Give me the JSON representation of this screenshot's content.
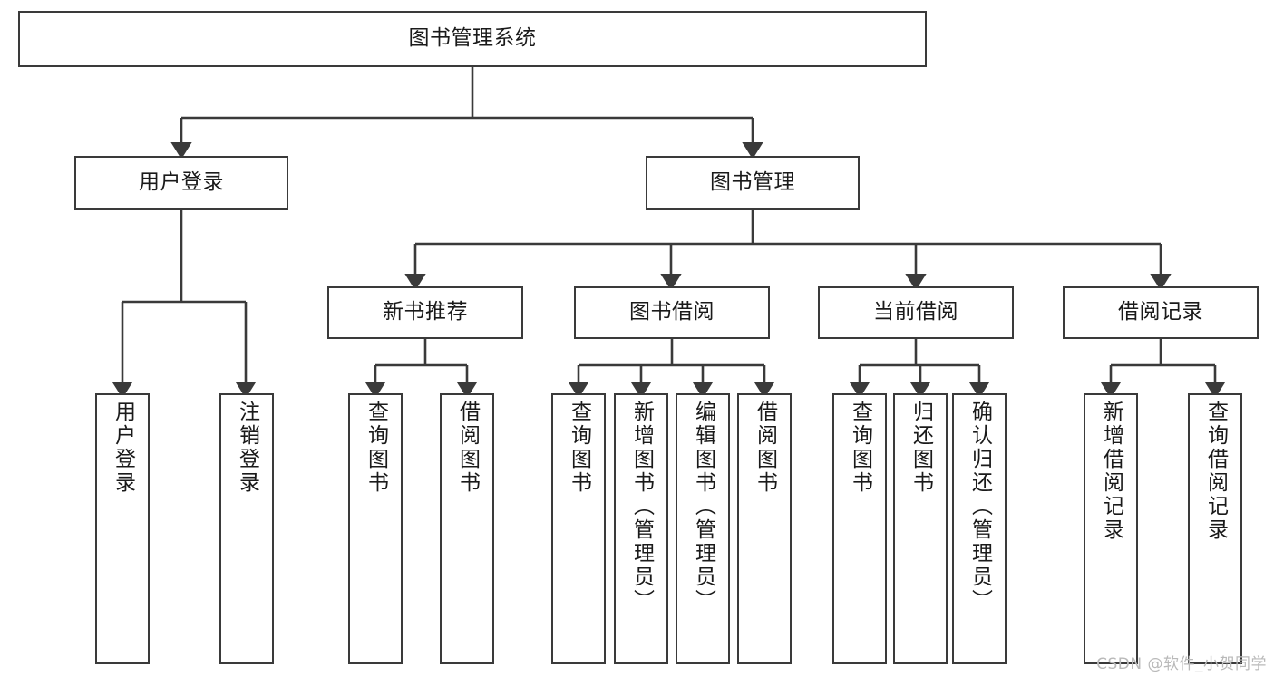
{
  "diagram": {
    "title": "图书管理系统",
    "type": "tree-hierarchy",
    "watermark": "CSDN @软件_小贺同学",
    "colors": {
      "stroke": "#3a3a3a",
      "fill": "#ffffff",
      "text": "#1a1a1a",
      "watermark": "#b9b9b9"
    },
    "root": {
      "label": "图书管理系统"
    },
    "level2": [
      {
        "id": "user-login",
        "label": "用户登录"
      },
      {
        "id": "book-manage",
        "label": "图书管理"
      }
    ],
    "level3": [
      {
        "id": "new-book-recommend",
        "label": "新书推荐",
        "parent": "book-manage"
      },
      {
        "id": "book-borrow",
        "label": "图书借阅",
        "parent": "book-manage"
      },
      {
        "id": "current-borrow",
        "label": "当前借阅",
        "parent": "book-manage"
      },
      {
        "id": "borrow-record",
        "label": "借阅记录",
        "parent": "book-manage"
      }
    ],
    "leaves": [
      {
        "id": "leaf-user-login",
        "label": "用户登录",
        "parent": "user-login"
      },
      {
        "id": "leaf-logout-login",
        "label": "注销登录",
        "parent": "user-login"
      },
      {
        "id": "leaf-query-book-1",
        "label": "查询图书",
        "parent": "new-book-recommend"
      },
      {
        "id": "leaf-borrow-book-1",
        "label": "借阅图书",
        "parent": "new-book-recommend"
      },
      {
        "id": "leaf-query-book-2",
        "label": "查询图书",
        "parent": "book-borrow"
      },
      {
        "id": "leaf-add-book",
        "label": "新增图书（管理员）",
        "parent": "book-borrow"
      },
      {
        "id": "leaf-edit-book",
        "label": "编辑图书（管理员）",
        "parent": "book-borrow"
      },
      {
        "id": "leaf-borrow-book-2",
        "label": "借阅图书",
        "parent": "book-borrow"
      },
      {
        "id": "leaf-query-book-3",
        "label": "查询图书",
        "parent": "current-borrow"
      },
      {
        "id": "leaf-return-book",
        "label": "归还图书",
        "parent": "current-borrow"
      },
      {
        "id": "leaf-confirm-return",
        "label": "确认归还（管理员）",
        "parent": "current-borrow"
      },
      {
        "id": "leaf-add-record",
        "label": "新增借阅记录",
        "parent": "borrow-record"
      },
      {
        "id": "leaf-query-record",
        "label": "查询借阅记录",
        "parent": "borrow-record"
      }
    ]
  }
}
